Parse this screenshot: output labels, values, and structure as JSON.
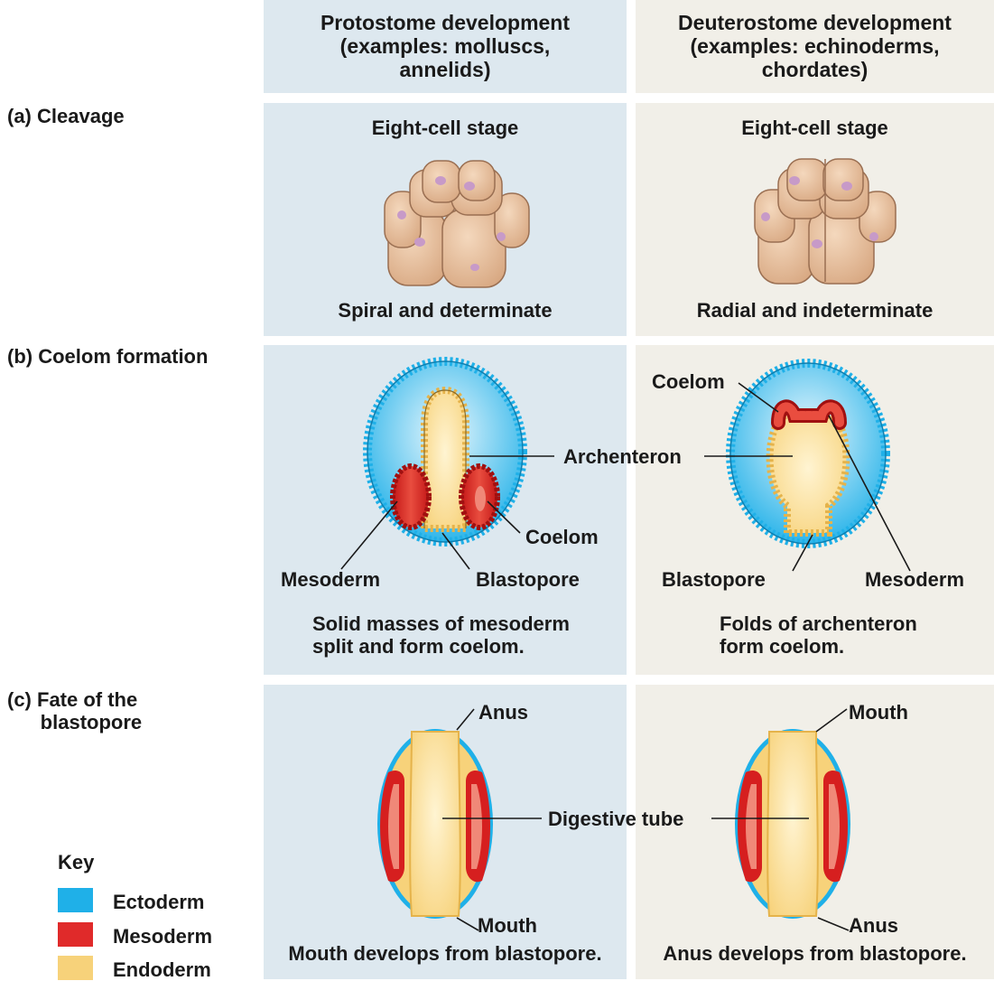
{
  "columns": {
    "protostome": "Protostome development\n(examples: molluscs,\nannelids)",
    "deuterostome": "Deuterostome development\n(examples: echinoderms,\nchordates)"
  },
  "rows": {
    "cleavage": "(a) Cleavage",
    "coelom": "(b) Coelom formation",
    "fate": "(c) Fate of the\n      blastopore"
  },
  "cleavage": {
    "proto_stage": "Eight-cell stage",
    "deut_stage": "Eight-cell stage",
    "proto_type": "Spiral and determinate",
    "deut_type": "Radial and indeterminate"
  },
  "coelom": {
    "archenteron": "Archenteron",
    "proto_coelom": "Coelom",
    "proto_mesoderm": "Mesoderm",
    "proto_blastopore": "Blastopore",
    "deut_coelom": "Coelom",
    "deut_blastopore": "Blastopore",
    "deut_mesoderm": "Mesoderm",
    "proto_caption": "Solid masses of mesoderm\nsplit and form coelom.",
    "deut_caption": "Folds of archenteron\nform coelom."
  },
  "fate": {
    "proto_top": "Anus",
    "proto_bottom": "Mouth",
    "deut_top": "Mouth",
    "deut_bottom": "Anus",
    "digestive_tube": "Digestive tube",
    "proto_caption": "Mouth develops from blastopore.",
    "deut_caption": "Anus develops from blastopore."
  },
  "key": {
    "title": "Key",
    "items": [
      {
        "label": "Ectoderm",
        "color": "#1fb0e8"
      },
      {
        "label": "Mesoderm",
        "color": "#e02a2a"
      },
      {
        "label": "Endoderm",
        "color": "#f7d27a"
      }
    ]
  },
  "colors": {
    "protostome_panel": "#dde8ef",
    "deuterostome_panel": "#f1efe8",
    "ectoderm": "#1fb0e8",
    "mesoderm": "#e02a2a",
    "endoderm": "#f7d27a",
    "cell": "#e9c2a0"
  }
}
